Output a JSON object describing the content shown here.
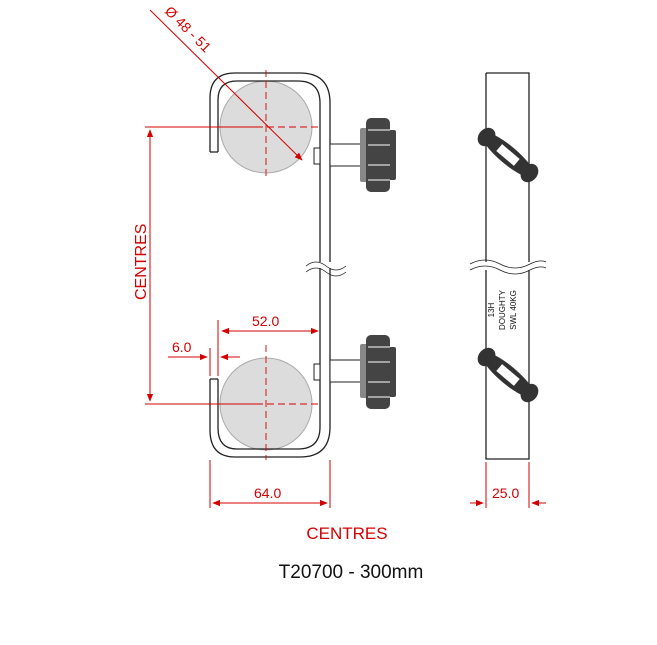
{
  "labels": {
    "diameter": "Ø 48 - 51",
    "centres_vertical": "CENTRES",
    "dim_52": "52.0",
    "dim_6": "6.0",
    "dim_64": "64.0",
    "dim_25": "25.0",
    "centres_bottom": "CENTRES",
    "plate_text": [
      "13H",
      "DOUGHTY",
      "SWL 40KG"
    ],
    "part": "T20700 - 300mm"
  },
  "colors": {
    "dimension": "#d40000",
    "outline": "#222222",
    "tube": "#dcdcdc"
  }
}
